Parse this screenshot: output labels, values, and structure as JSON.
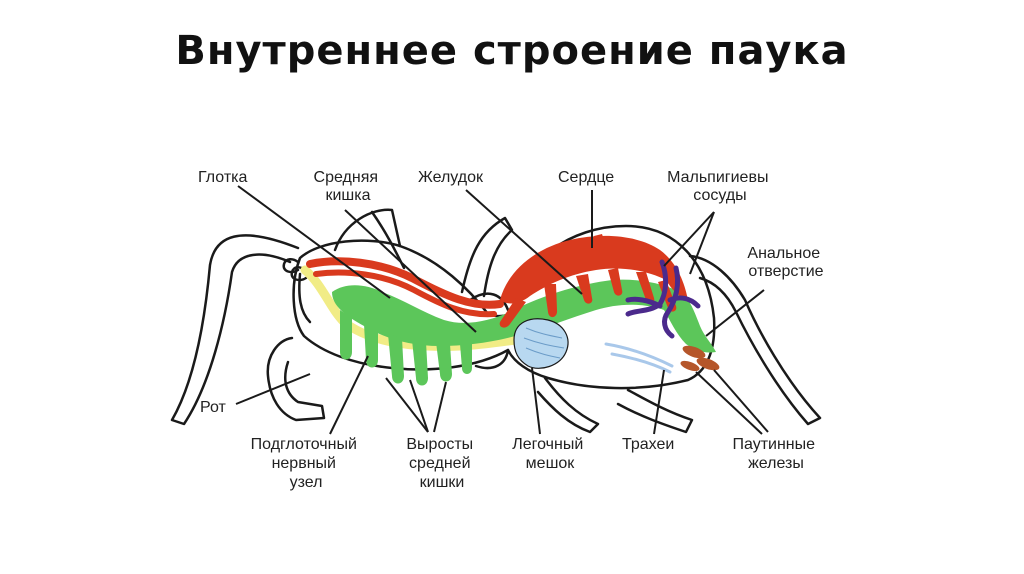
{
  "title": "Внутреннее строение паука",
  "labels": {
    "glotka": "Глотка",
    "srednyaya_l1": "Средняя",
    "srednyaya_l2": "кишка",
    "zheludok": "Желудок",
    "serdtse": "Сердце",
    "malpigi_l1": "Мальпигиевы",
    "malpigi_l2": "сосуды",
    "anal_l1": "Анальное",
    "anal_l2": "отверстие",
    "rot": "Рот",
    "podglot_l1": "Подглоточный",
    "podglot_l2": "нервный",
    "podglot_l3": "узел",
    "vyrosty_l1": "Выросты",
    "vyrosty_l2": "средней",
    "vyrosty_l3": "кишки",
    "legochny_l1": "Легочный",
    "legochny_l2": "мешок",
    "trahei": "Трахеи",
    "pautin_l1": "Паутинные",
    "pautin_l2": "железы"
  },
  "colors": {
    "heart": "#d93a1e",
    "midgut": "#5cc65a",
    "nerve": "#f1ec86",
    "malpighian": "#4b2a8c",
    "lung": "#b8d8f0",
    "trachea": "#a9c8ea",
    "silk_gland": "#b5562a",
    "outline": "#1a1a1a"
  }
}
